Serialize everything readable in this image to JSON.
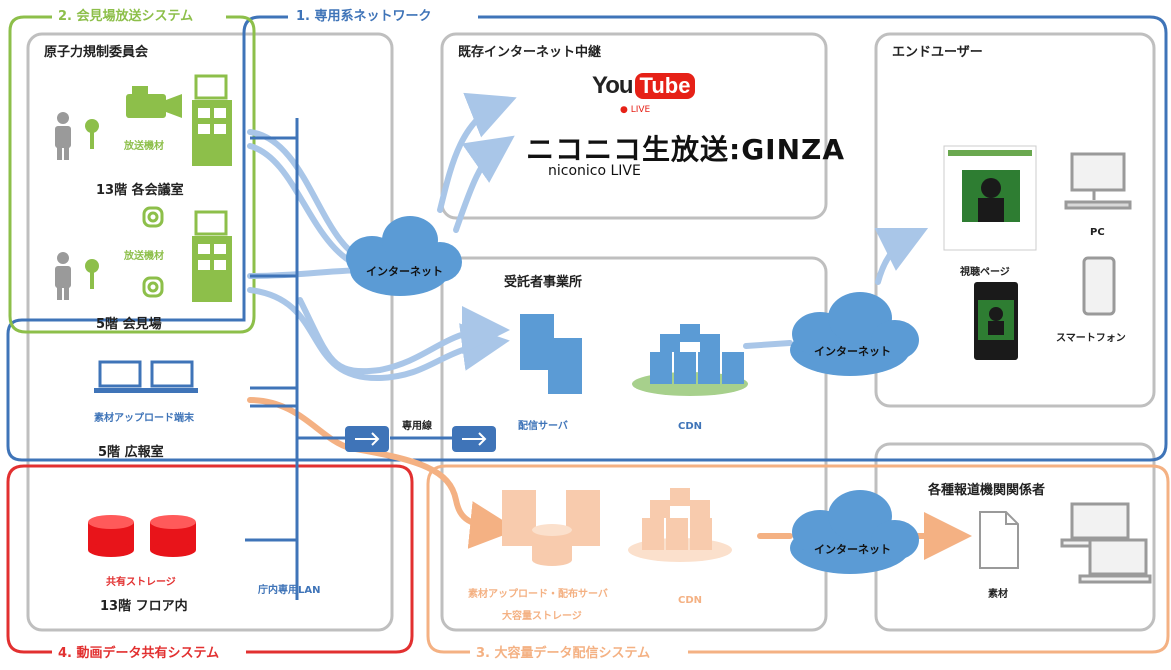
{
  "systems": {
    "network": "1. 専用系ネットワーク",
    "venue": "2. 会見場放送システム",
    "bulk": "3. 大容量データ配信システム",
    "share": "4. 動画データ共有システム"
  },
  "boxes": {
    "nra": "原子力規制委員会",
    "existing": "既存インターネット中継",
    "enduser": "エンドユーザー",
    "contractor": "受託者事業所",
    "press": "各種報道機関関係者"
  },
  "rooms": {
    "floor13_rooms": "13階 各会議室",
    "floor5_venue": "5階 会見場",
    "floor5_pr": "5階 広報室",
    "floor13_floor": "13階 フロア内"
  },
  "labels": {
    "broadcast_equip_1": "放送機材",
    "broadcast_equip_2": "放送機材",
    "upload_terminal": "素材アップロード端末",
    "shared_storage": "共有ストレージ",
    "lan": "庁内専用LAN",
    "dedicated_line": "専用線",
    "dist_server": "配信サーバ",
    "cdn_blue": "CDN",
    "cdn_orange": "CDN",
    "upload_server_1": "素材アップロード・配布サーバ",
    "upload_server_2": "大容量ストレージ",
    "internet_1": "インターネット",
    "internet_2": "インターネット",
    "internet_3": "インターネット",
    "viewing_page": "視聴ページ",
    "pc": "PC",
    "smartphone": "スマートフォン",
    "material": "素材"
  },
  "logos": {
    "youtube_you": "You",
    "youtube_tube": "Tube",
    "youtube_live": "● LIVE",
    "nico_main": "ニコニコ生放送:GINZA",
    "nico_sub": "niconico LIVE"
  },
  "colors": {
    "net_blue": "#3f74b8",
    "venue_green": "#8dbf4a",
    "bulk_orange": "#f4b183",
    "share_red": "#e23030",
    "box_gray": "#bfbfbf",
    "cloud_blue": "#5b9bd5",
    "flow_blue": "#a9c6e8"
  }
}
